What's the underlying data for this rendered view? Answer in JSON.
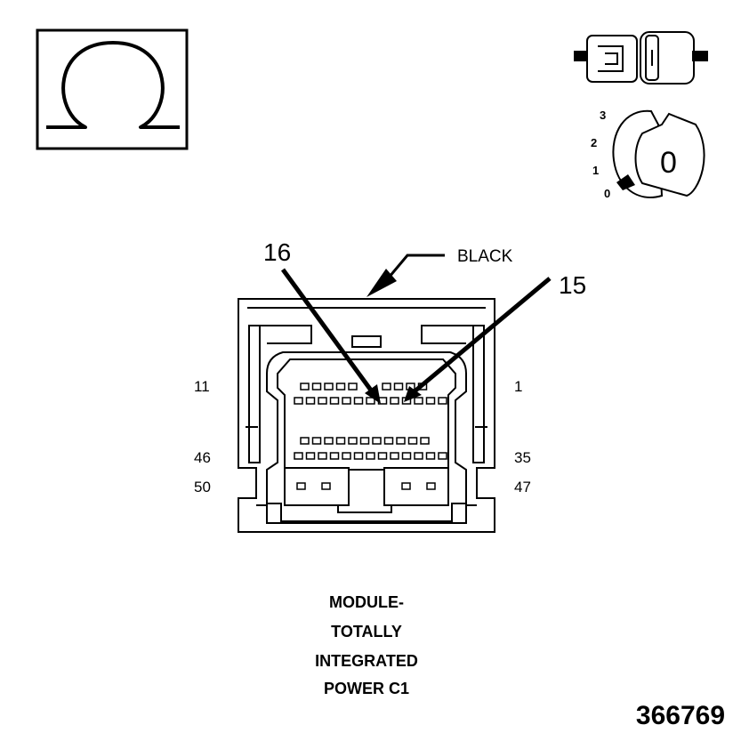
{
  "ohm_icon": {
    "name": "ohm-icon",
    "symbol": "Ω"
  },
  "disconnect_icon": {
    "name": "connector-disconnect-icon"
  },
  "ignition_icon": {
    "name": "ignition-key-icon",
    "positions": [
      "3",
      "2",
      "1",
      "0"
    ],
    "key_label": "0"
  },
  "connector": {
    "color_label": "BLACK",
    "callouts": {
      "left": "16",
      "right": "15"
    },
    "pin_labels": {
      "top_left": "11",
      "top_right": "1",
      "mid_left": "46",
      "mid_right": "35",
      "bottom_left": "50",
      "bottom_right": "47"
    },
    "title_lines": [
      "MODULE-",
      "TOTALLY",
      "INTEGRATED",
      "POWER C1"
    ]
  },
  "figure_id": "366769",
  "colors": {
    "ink": "#000000",
    "background": "#ffffff"
  }
}
